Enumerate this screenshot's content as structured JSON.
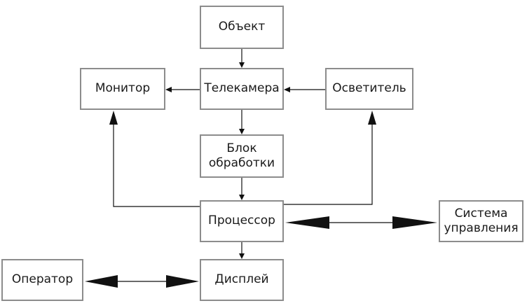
{
  "diagram": {
    "nodes": {
      "object": "Объект",
      "monitor": "Монитор",
      "camera": "Телекамера",
      "illuminator": "Осветитель",
      "processing_unit": "Блок\nобработки",
      "processor": "Процессор",
      "control_system": "Система\nуправления",
      "operator": "Оператор",
      "display": "Дисплей"
    },
    "edges": [
      {
        "from": "object",
        "to": "camera",
        "arrow": "one-way"
      },
      {
        "from": "illuminator",
        "to": "camera",
        "arrow": "one-way"
      },
      {
        "from": "camera",
        "to": "monitor",
        "arrow": "one-way"
      },
      {
        "from": "camera",
        "to": "processing_unit",
        "arrow": "one-way"
      },
      {
        "from": "processing_unit",
        "to": "processor",
        "arrow": "one-way"
      },
      {
        "from": "processor",
        "to": "monitor",
        "arrow": "one-way"
      },
      {
        "from": "processor",
        "to": "illuminator",
        "arrow": "one-way"
      },
      {
        "from": "processor",
        "to": "control_system",
        "arrow": "two-way"
      },
      {
        "from": "processor",
        "to": "display",
        "arrow": "one-way"
      },
      {
        "from": "operator",
        "to": "display",
        "arrow": "two-way"
      }
    ],
    "colors": {
      "border": "#8c8c8c",
      "line": "#111111",
      "text": "#1a1a1a"
    }
  }
}
